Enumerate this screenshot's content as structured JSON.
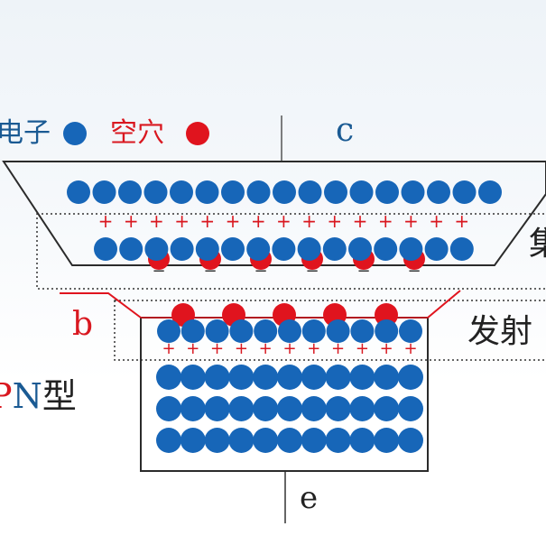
{
  "legend": {
    "electron_label": "电子",
    "hole_label": "空穴"
  },
  "terminals": {
    "collector": "c",
    "base": "b",
    "emitter": "e"
  },
  "side_labels": {
    "collector_junction": "集",
    "emitter_junction": "发射"
  },
  "type_label": {
    "prefix": "P",
    "suffix": "N",
    "char": "型"
  },
  "signs": {
    "plus": "+",
    "minus": "−"
  },
  "colors": {
    "electron": "#1766b8",
    "hole": "#e0141e",
    "red_text": "#d91820",
    "blue_text": "#1a5a93",
    "dark_text": "#222222",
    "outline": "#2b2b2b",
    "base_lead": "#e0141e"
  }
}
